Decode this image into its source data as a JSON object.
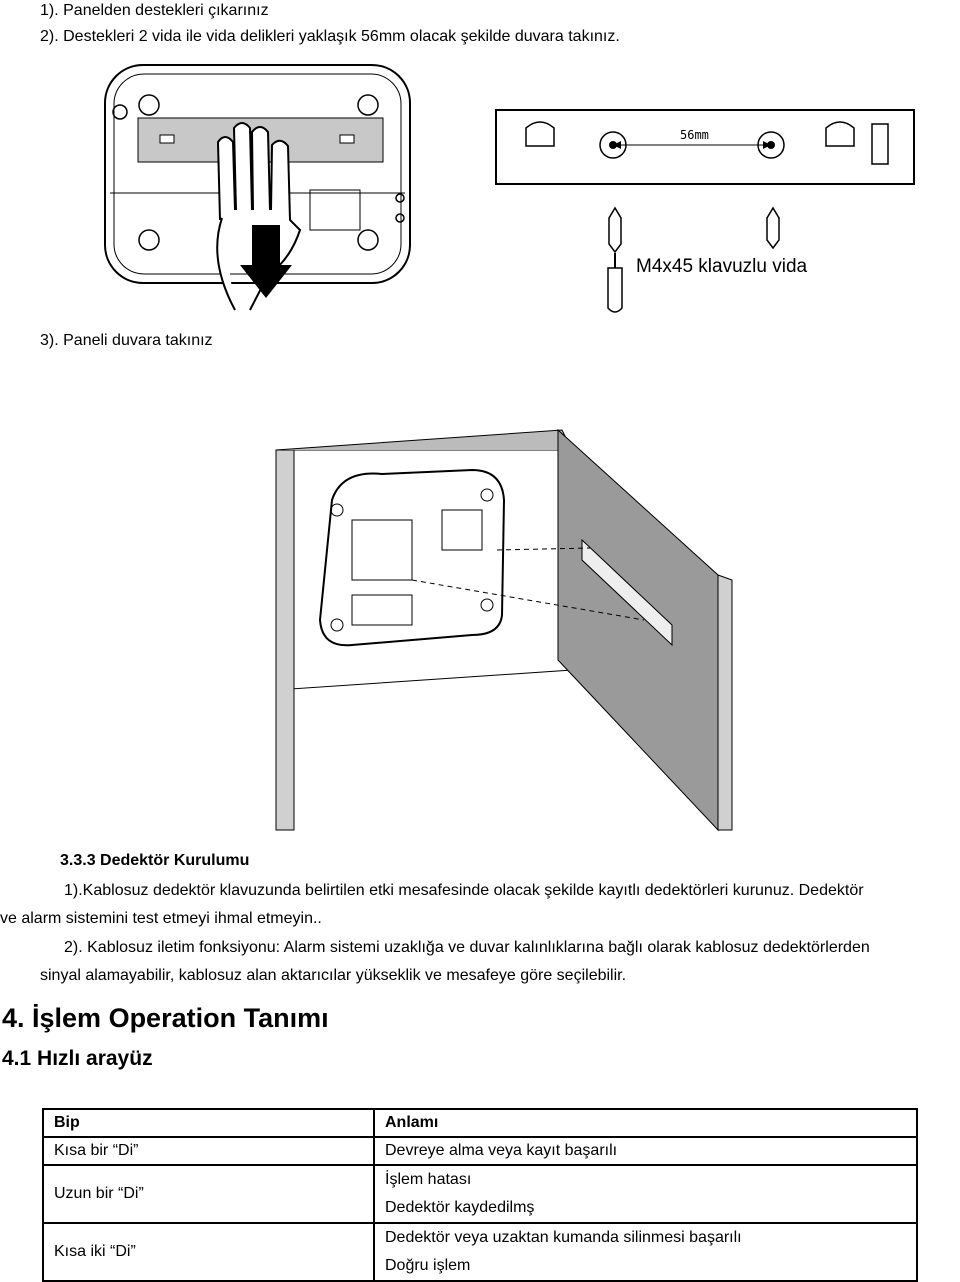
{
  "steps": {
    "s1": "1). Panelden destekleri çıkarınız",
    "s2": "2). Destekleri 2 vida ile vida delikleri yaklaşık 56mm olacak şekilde duvara takınız.",
    "s3": "3). Paneli duvara takınız"
  },
  "figure1": {
    "dimension_label": "56mm",
    "screw_label": "M4x45 klavuzlu vida"
  },
  "section_333": {
    "heading": "3.3.3 Dedektör Kurulumu",
    "p1_line1": "1).Kablosuz dedektör klavuzunda belirtilen etki mesafesinde olacak şekilde kayıtlı dedektörleri kurunuz. Dedektör",
    "p1_line2": "ve alarm sistemini test etmeyi ihmal etmeyin..",
    "p2_line1": "2). Kablosuz iletim fonksiyonu: Alarm sistemi uzaklığa ve duvar kalınlıklarına bağlı olarak kablosuz dedektörlerden",
    "p2_line2": "sinyal alamayabilir, kablosuz alan aktarıcılar yükseklik ve mesafeye göre seçilebilir."
  },
  "section_4": {
    "heading": "4. İşlem Operation Tanımı",
    "sub_heading": "4.1 Hızlı arayüz"
  },
  "beep_table": {
    "headers": [
      "Bip",
      "Anlamı"
    ],
    "rows": [
      {
        "beep": "Kısa bir “Di”",
        "meaning": [
          "Devreye alma veya kayıt başarılı"
        ]
      },
      {
        "beep": "Uzun bir “Di”",
        "meaning": [
          "İşlem hatası",
          "Dedektör kaydedilmş"
        ]
      },
      {
        "beep": "Kısa iki “Di”",
        "meaning": [
          "Dedektör veya uzaktan kumanda silinmesi başarılı",
          "Doğru işlem"
        ]
      }
    ]
  }
}
